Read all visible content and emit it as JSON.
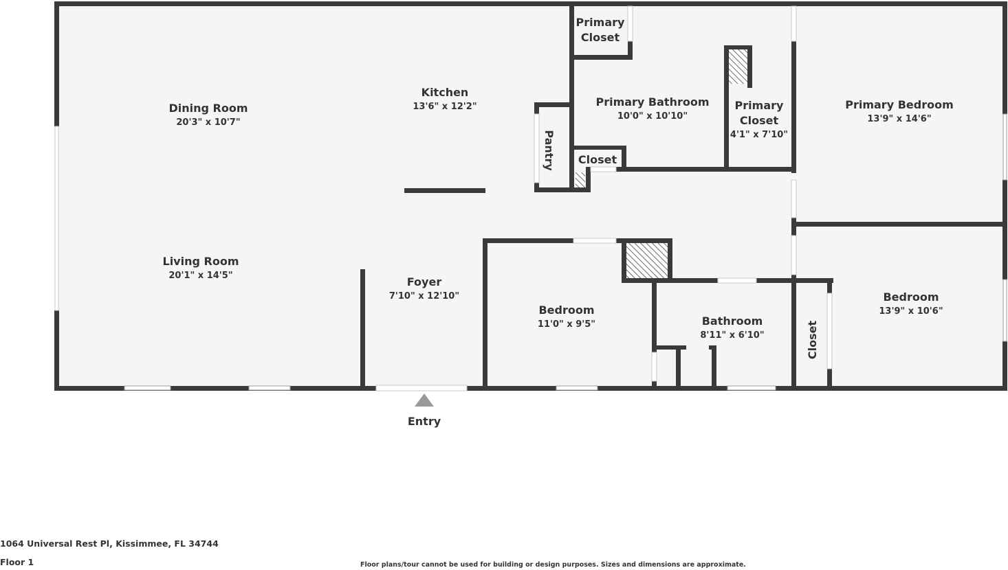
{
  "rooms": {
    "dining_room": {
      "name": "Dining Room",
      "dims": "20'3\" x 10'7\""
    },
    "kitchen": {
      "name": "Kitchen",
      "dims": "13'6\" x 12'2\""
    },
    "living_room": {
      "name": "Living Room",
      "dims": "20'1\" x 14'5\""
    },
    "foyer": {
      "name": "Foyer",
      "dims": "7'10\" x 12'10\""
    },
    "pantry": {
      "name": "Pantry"
    },
    "closet_kitchen": {
      "name": "Closet"
    },
    "primary_closet_top": {
      "line1": "Primary",
      "line2": "Closet"
    },
    "primary_bathroom": {
      "name": "Primary Bathroom",
      "dims": "10'0\" x 10'10\""
    },
    "primary_closet_right": {
      "line1": "Primary",
      "line2": "Closet",
      "dims": "4'1\" x 7'10\""
    },
    "primary_bedroom": {
      "name": "Primary Bedroom",
      "dims": "13'9\" x 14'6\""
    },
    "bedroom_center": {
      "name": "Bedroom",
      "dims": "11'0\" x 9'5\""
    },
    "bathroom": {
      "name": "Bathroom",
      "dims": "8'11\" x 6'10\""
    },
    "closet_right": {
      "name": "Closet"
    },
    "bedroom_right": {
      "name": "Bedroom",
      "dims": "13'9\" x 10'6\""
    }
  },
  "entry_label": "Entry",
  "footer": {
    "address": "1064 Universal Rest Pl, Kissimmee, FL 34744",
    "floor": "Floor 1",
    "disclaimer": "Floor plans/tour cannot be used for building or design purposes. Sizes and dimensions are approximate."
  },
  "colors": {
    "wall": "#3a3a3a",
    "floor": "#f5f5f5",
    "text": "#333333"
  }
}
